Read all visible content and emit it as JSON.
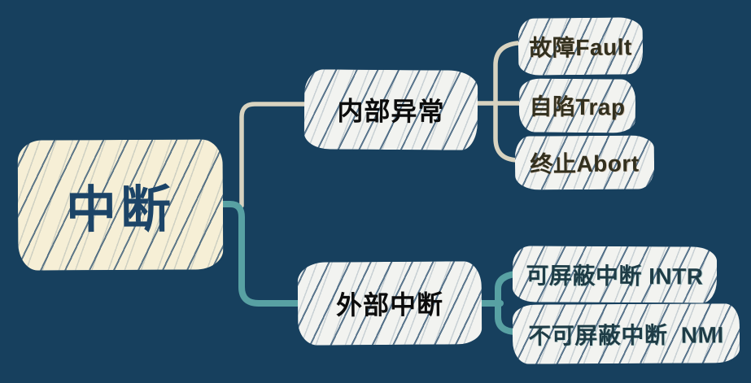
{
  "app": {
    "type": "mind-map",
    "background_color": "#17405E"
  },
  "root": {
    "label": "中断",
    "fill_color": "#F6EFD6",
    "text_color": "#1C4467"
  },
  "branches": [
    {
      "label": "内部异常",
      "text_color": "#0c0c0c",
      "connector_color": "#D8D3C0",
      "children": [
        {
          "label": "故障Fault",
          "text_color": "#33301E"
        },
        {
          "label": "自陷Trap",
          "text_color": "#33301E"
        },
        {
          "label": "终止Abort",
          "text_color": "#33301E"
        }
      ]
    },
    {
      "label": "外部中断",
      "text_color": "#0c0c0c",
      "connector_color": "#58A1A3",
      "children": [
        {
          "label": "可屏蔽中断 INTR",
          "text_color": "#1E3C46"
        },
        {
          "label": "不可屏蔽中断  NMI",
          "text_color": "#1E3C46"
        }
      ]
    }
  ]
}
